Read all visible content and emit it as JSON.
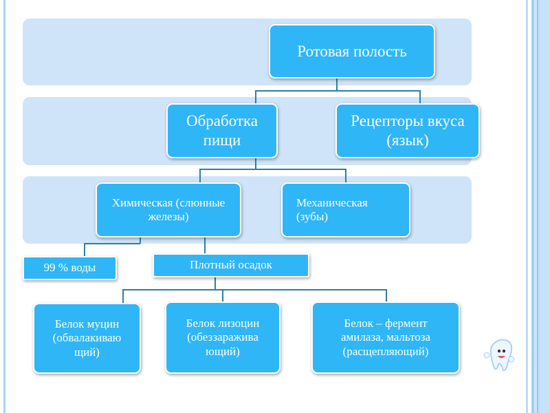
{
  "nodes": {
    "root": "Ротовая полость",
    "processing": "Обработка пищи",
    "receptors": "Рецепторы вкуса (язык)",
    "chemical": "Химическая (слюнные железы)",
    "mechanical": "Механическая (зубы)",
    "water": "99 % воды",
    "residue": "Плотный осадок",
    "mucin": "Белок муцин (обвалакиваю щий)",
    "lysozyme": "Белок лизоцин (обеззаражива ющий)",
    "amylase": "Белок – фермент амилаза, мальтоза (расщепляющий)"
  },
  "colors": {
    "box": "#2fb6f6",
    "band": "#cfe4f8",
    "line": "#2c7ea6"
  }
}
